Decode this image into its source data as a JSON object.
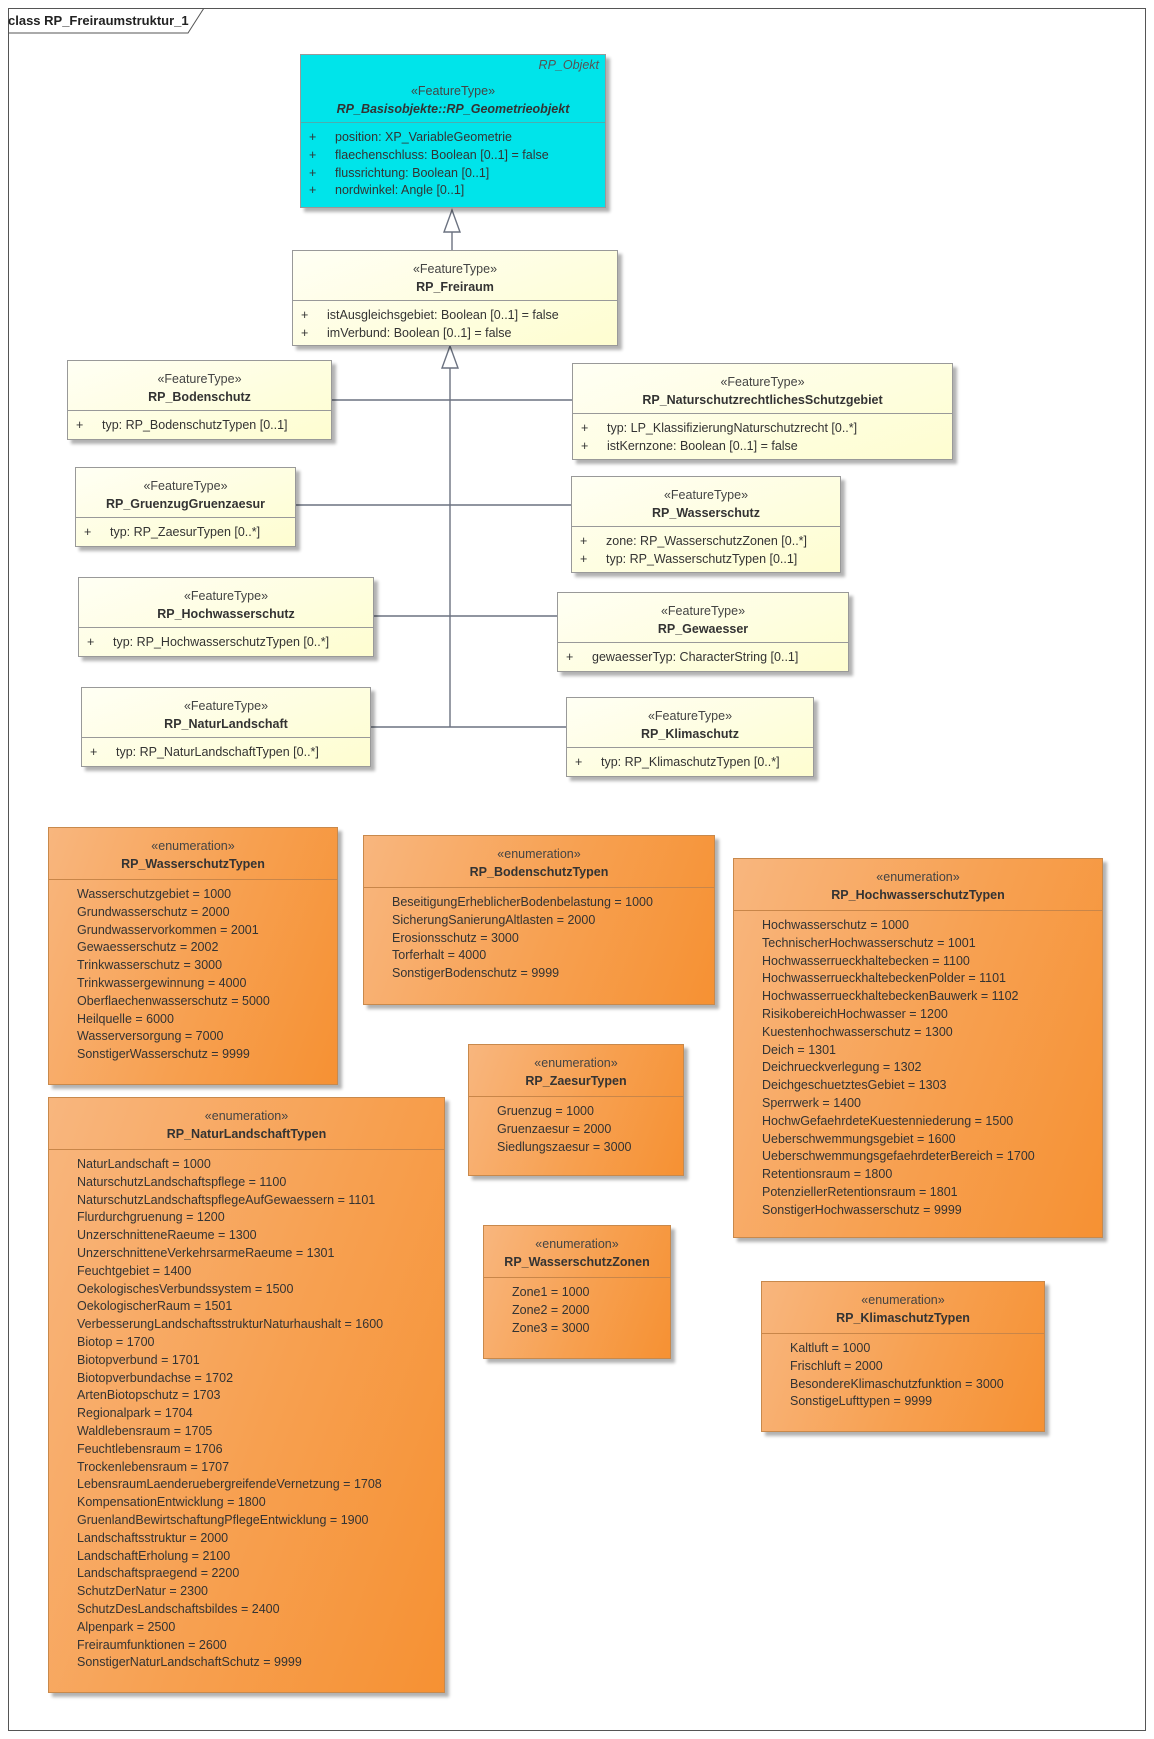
{
  "diagram": {
    "title": "class RP_Freiraumstruktur_1"
  },
  "classes": {
    "geometrieobjekt": {
      "parent": "RP_Objekt",
      "stereotype": "«FeatureType»",
      "name": "RP_Basisobjekte::RP_Geometrieobjekt",
      "attributes": [
        {
          "vis": "+",
          "text": "position: XP_VariableGeometrie"
        },
        {
          "vis": "+",
          "text": "flaechenschluss: Boolean [0..1] = false"
        },
        {
          "vis": "+",
          "text": "flussrichtung: Boolean [0..1]"
        },
        {
          "vis": "+",
          "text": "nordwinkel: Angle [0..1]"
        }
      ]
    },
    "freiraum": {
      "stereotype": "«FeatureType»",
      "name": "RP_Freiraum",
      "attributes": [
        {
          "vis": "+",
          "text": "istAusgleichsgebiet: Boolean [0..1] = false"
        },
        {
          "vis": "+",
          "text": "imVerbund: Boolean [0..1] = false"
        }
      ]
    },
    "bodenschutz": {
      "stereotype": "«FeatureType»",
      "name": "RP_Bodenschutz",
      "attributes": [
        {
          "vis": "+",
          "text": "typ: RP_BodenschutzTypen [0..1]"
        }
      ]
    },
    "naturschutz": {
      "stereotype": "«FeatureType»",
      "name": "RP_NaturschutzrechtlichesSchutzgebiet",
      "attributes": [
        {
          "vis": "+",
          "text": "typ: LP_KlassifizierungNaturschutzrecht [0..*]"
        },
        {
          "vis": "+",
          "text": "istKernzone: Boolean [0..1] = false"
        }
      ]
    },
    "gruenzug": {
      "stereotype": "«FeatureType»",
      "name": "RP_GruenzugGruenzaesur",
      "attributes": [
        {
          "vis": "+",
          "text": "typ: RP_ZaesurTypen [0..*]"
        }
      ]
    },
    "wasserschutz": {
      "stereotype": "«FeatureType»",
      "name": "RP_Wasserschutz",
      "attributes": [
        {
          "vis": "+",
          "text": "zone: RP_WasserschutzZonen [0..*]"
        },
        {
          "vis": "+",
          "text": "typ: RP_WasserschutzTypen [0..1]"
        }
      ]
    },
    "hochwasserschutz": {
      "stereotype": "«FeatureType»",
      "name": "RP_Hochwasserschutz",
      "attributes": [
        {
          "vis": "+",
          "text": "typ: RP_HochwasserschutzTypen [0..*]"
        }
      ]
    },
    "gewaesser": {
      "stereotype": "«FeatureType»",
      "name": "RP_Gewaesser",
      "attributes": [
        {
          "vis": "+",
          "text": "gewaesserTyp: CharacterString [0..1]"
        }
      ]
    },
    "naturlandschaft": {
      "stereotype": "«FeatureType»",
      "name": "RP_NaturLandschaft",
      "attributes": [
        {
          "vis": "+",
          "text": "typ: RP_NaturLandschaftTypen [0..*]"
        }
      ]
    },
    "klimaschutz": {
      "stereotype": "«FeatureType»",
      "name": "RP_Klimaschutz",
      "attributes": [
        {
          "vis": "+",
          "text": "typ: RP_KlimaschutzTypen [0..*]"
        }
      ]
    }
  },
  "enums": {
    "wasserschutztypen": {
      "stereotype": "«enumeration»",
      "name": "RP_WasserschutzTypen",
      "values": [
        "Wasserschutzgebiet = 1000",
        "Grundwasserschutz = 2000",
        "Grundwasservorkommen = 2001",
        "Gewaesserschutz = 2002",
        "Trinkwasserschutz = 3000",
        "Trinkwassergewinnung = 4000",
        "Oberflaechenwasserschutz = 5000",
        "Heilquelle = 6000",
        "Wasserversorgung = 7000",
        "SonstigerWasserschutz = 9999"
      ]
    },
    "bodenschutztypen": {
      "stereotype": "«enumeration»",
      "name": "RP_BodenschutzTypen",
      "values": [
        "BeseitigungErheblicherBodenbelastung = 1000",
        "SicherungSanierungAltlasten = 2000",
        "Erosionsschutz = 3000",
        "Torferhalt = 4000",
        "SonstigerBodenschutz = 9999"
      ]
    },
    "hochwasserschutztypen": {
      "stereotype": "«enumeration»",
      "name": "RP_HochwasserschutzTypen",
      "values": [
        "Hochwasserschutz = 1000",
        "TechnischerHochwasserschutz = 1001",
        "Hochwasserrueckhaltebecken = 1100",
        "HochwasserrueckhaltebeckenPolder = 1101",
        "HochwasserrueckhaltebeckenBauwerk = 1102",
        "RisikobereichHochwasser = 1200",
        "Kuestenhochwasserschutz = 1300",
        "Deich = 1301",
        "Deichrueckverlegung = 1302",
        "DeichgeschuetztesGebiet = 1303",
        "Sperrwerk = 1400",
        "HochwGefaehrdeteKuestenniederung = 1500",
        "Ueberschwemmungsgebiet = 1600",
        "UeberschwemmungsgefaehrdeterBereich = 1700",
        "Retentionsraum = 1800",
        "PotenziellerRetentionsraum = 1801",
        "SonstigerHochwasserschutz = 9999"
      ]
    },
    "zaesurtypen": {
      "stereotype": "«enumeration»",
      "name": "RP_ZaesurTypen",
      "values": [
        "Gruenzug = 1000",
        "Gruenzaesur = 2000",
        "Siedlungszaesur = 3000"
      ]
    },
    "naturlandschafttypen": {
      "stereotype": "«enumeration»",
      "name": "RP_NaturLandschaftTypen",
      "values": [
        "NaturLandschaft = 1000",
        "NaturschutzLandschaftspflege = 1100",
        "NaturschutzLandschaftspflegeAufGewaessern = 1101",
        "Flurdurchgruenung = 1200",
        "UnzerschnitteneRaeume = 1300",
        "UnzerschnitteneVerkehrsarmeRaeume = 1301",
        "Feuchtgebiet = 1400",
        "OekologischesVerbundssystem = 1500",
        "OekologischerRaum = 1501",
        "VerbesserungLandschaftsstrukturNaturhaushalt = 1600",
        "Biotop = 1700",
        "Biotopverbund = 1701",
        "Biotopverbundachse = 1702",
        "ArtenBiotopschutz = 1703",
        "Regionalpark = 1704",
        "Waldlebensraum = 1705",
        "Feuchtlebensraum = 1706",
        "Trockenlebensraum = 1707",
        "LebensraumLaenderuebergreifendeVernetzung  = 1708",
        "KompensationEntwicklung = 1800",
        "GruenlandBewirtschaftungPflegeEntwicklung = 1900",
        "Landschaftsstruktur = 2000",
        "LandschaftErholung = 2100",
        "Landschaftspraegend = 2200",
        "SchutzDerNatur = 2300",
        "SchutzDesLandschaftsbildes = 2400",
        "Alpenpark = 2500",
        "Freiraumfunktionen = 2600",
        "SonstigerNaturLandschaftSchutz = 9999"
      ]
    },
    "wasserschutzzonen": {
      "stereotype": "«enumeration»",
      "name": "RP_WasserschutzZonen",
      "values": [
        "Zone1 = 1000",
        "Zone2 = 2000",
        "Zone3 = 3000"
      ]
    },
    "klimaschutztypen": {
      "stereotype": "«enumeration»",
      "name": "RP_KlimaschutzTypen",
      "values": [
        "Kaltluft = 1000",
        "Frischluft = 2000",
        "BesondereKlimaschutzfunktion = 3000",
        "SonstigeLufttypen = 9999"
      ]
    }
  }
}
